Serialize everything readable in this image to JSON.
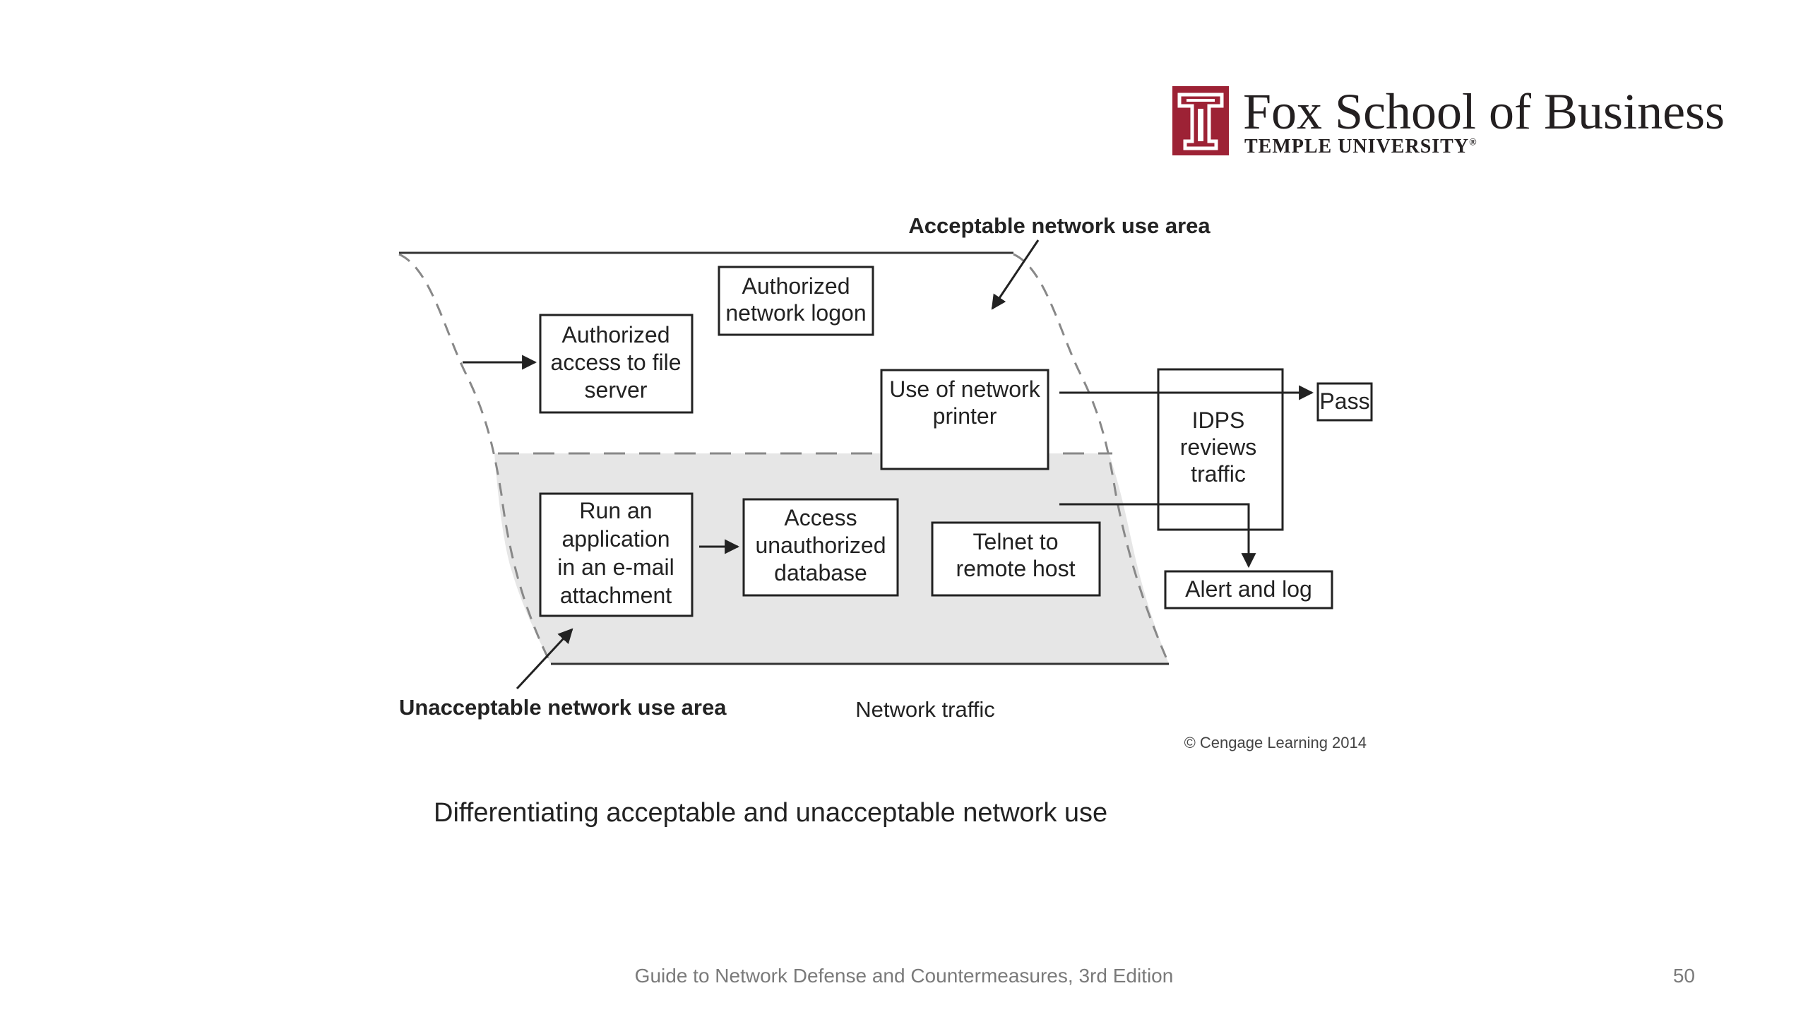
{
  "header": {
    "brand_name": "Fox School of Business",
    "brand_sub": "TEMPLE UNIVERSITY",
    "brand_reg": "®",
    "brand_color": "#9d2235"
  },
  "diagram": {
    "acceptable_area_label": "Acceptable network use area",
    "unacceptable_area_label": "Unacceptable network use area",
    "network_traffic_label": "Network traffic",
    "boxes": {
      "authorized_logon": [
        "Authorized",
        "network logon"
      ],
      "authorized_file": [
        "Authorized",
        "access to file",
        "server"
      ],
      "network_printer": [
        "Use of network",
        "printer"
      ],
      "idps": [
        "IDPS",
        "reviews",
        "traffic"
      ],
      "pass": [
        "Pass"
      ],
      "run_app": [
        "Run an",
        "application",
        "in an e-mail",
        "attachment"
      ],
      "access_db": [
        "Access",
        "unauthorized",
        "database"
      ],
      "telnet": [
        "Telnet to",
        "remote host"
      ],
      "alert": [
        "Alert and log"
      ]
    },
    "copyright": "© Cengage Learning 2014",
    "unacceptable_fill": "#e6e6e6"
  },
  "caption": "Differentiating acceptable and unacceptable network use",
  "footer": {
    "text": "Guide to Network Defense and Countermeasures, 3rd  Edition",
    "page": "50"
  }
}
